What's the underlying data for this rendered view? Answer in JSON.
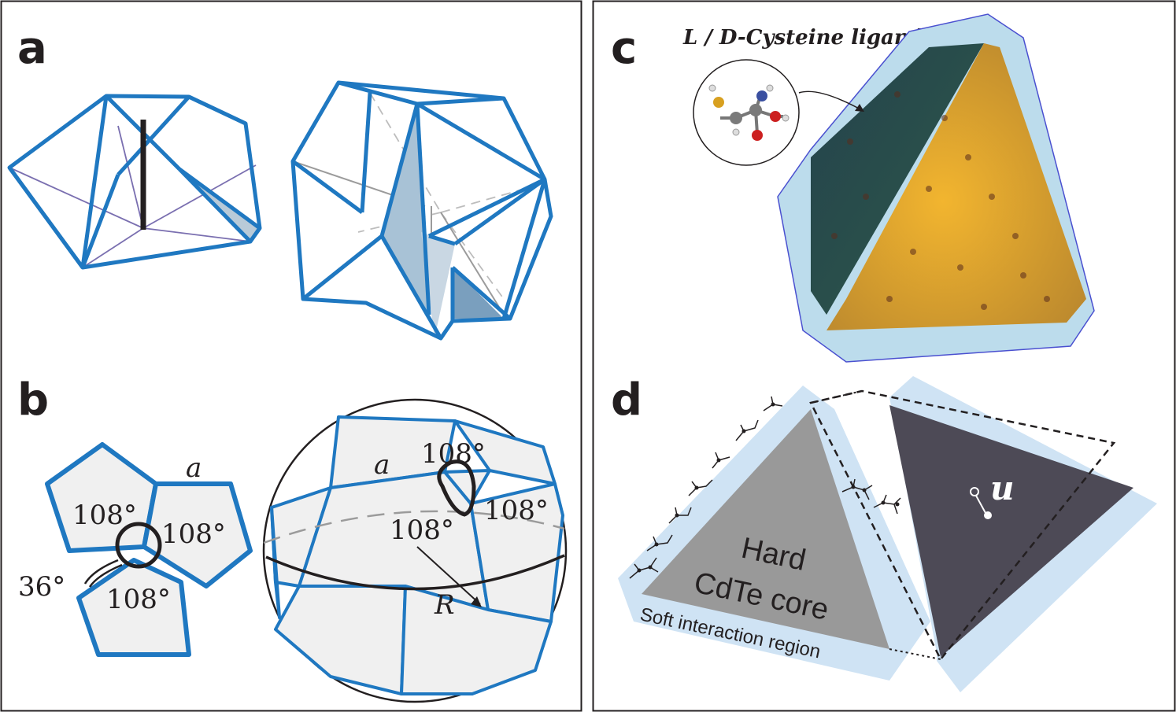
{
  "panels": {
    "a": {
      "label": "a"
    },
    "b": {
      "label": "b",
      "left_angles": [
        "108°",
        "108°",
        "108°"
      ],
      "outer_angle": "36°",
      "edge_label_left": "a",
      "sphere_angles": [
        "108°",
        "108°",
        "108°"
      ],
      "edge_label_sphere": "a",
      "radius_label": "R"
    },
    "c": {
      "label": "c",
      "ligand_title": "L / D-Cysteine ligands"
    },
    "d": {
      "label": "d",
      "core_line1": "Hard",
      "core_line2": "CdTe core",
      "soft_region": "Soft interaction region",
      "vector_label": "u"
    }
  },
  "colors": {
    "edge_blue": "#1f78c1",
    "soft_blue": "#cfe3f4",
    "core_gray": "#999999",
    "dark_tri": "#4d4a56",
    "gold": "#d7a23a",
    "teal": "#1f3b45"
  }
}
